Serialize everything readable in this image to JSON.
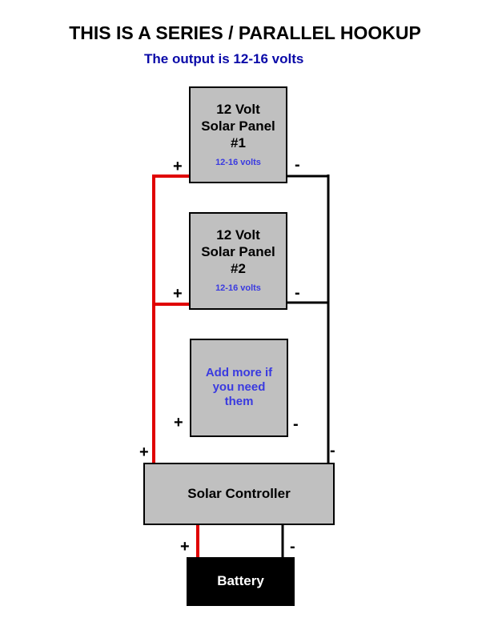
{
  "title": "THIS IS A SERIES / PARALLEL HOOKUP",
  "subtitle": "The output is 12-16 volts",
  "panels": [
    {
      "line1": "12 Volt",
      "line2": "Solar Panel",
      "line3": "#1",
      "voltage": "12-16 volts"
    },
    {
      "line1": "12 Volt",
      "line2": "Solar Panel",
      "line3": "#2",
      "voltage": "12-16 volts"
    }
  ],
  "add_more": {
    "line1": "Add more if",
    "line2": "you need",
    "line3": "them"
  },
  "controller": {
    "label": "Solar Controller"
  },
  "battery": {
    "label": "Battery"
  },
  "terminals": {
    "plus": "+",
    "minus": "-"
  },
  "colors": {
    "positive_wire": "#e00000",
    "negative_wire": "#000000",
    "box_fill": "#c0c0c0",
    "text_blue": "#3a3ae0",
    "title_blue": "#0a0aa8"
  }
}
